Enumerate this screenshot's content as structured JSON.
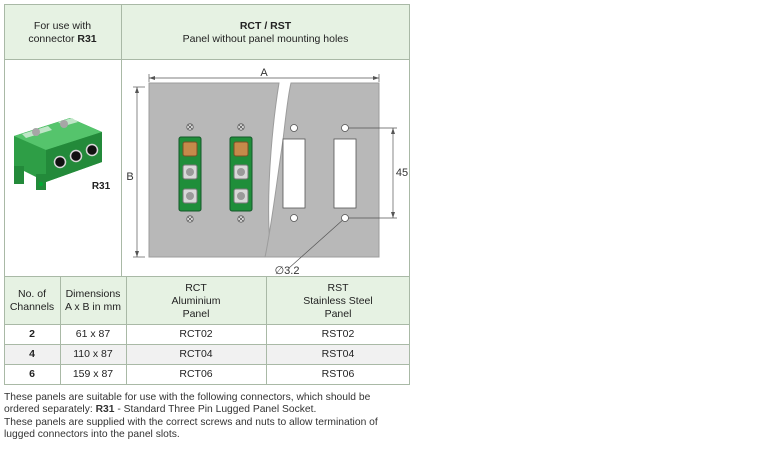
{
  "header": {
    "left_line1": "For use with",
    "left_line2_prefix": "connector ",
    "left_line2_bold": "R31",
    "right_title": "RCT / RST",
    "right_subtitle": "Panel without panel mounting holes"
  },
  "connector_label": "R31",
  "drawing": {
    "dim_a": "A",
    "dim_b": "B",
    "dim_45": "45",
    "hole_dia": "∅3.2"
  },
  "table": {
    "col1": [
      "No. of",
      "Channels"
    ],
    "col2": [
      "Dimensions",
      "A x B in mm"
    ],
    "col3": [
      "RCT",
      "Aluminium",
      "Panel"
    ],
    "col4": [
      "RST",
      "Stainless Steel",
      "Panel"
    ],
    "rows": [
      {
        "channels": "2",
        "dims": "61 x 87",
        "rct": "RCT02",
        "rst": "RST02"
      },
      {
        "channels": "4",
        "dims": "110 x 87",
        "rct": "RCT04",
        "rst": "RST04"
      },
      {
        "channels": "6",
        "dims": "159 x 87",
        "rct": "RCT06",
        "rst": "RST06"
      }
    ]
  },
  "notes": {
    "line1": "These panels are suitable for use with the following connectors, which should be",
    "line2_prefix": "ordered separately: ",
    "line2_bold": "R31",
    "line2_suffix": " - Standard Three Pin Lugged Panel Socket.",
    "line3": "These panels are supplied with the correct screws and nuts to allow termination of",
    "line4": "lugged connectors into the panel slots."
  },
  "colors": {
    "header_bg": "#e6f2e3",
    "panel_grey": "#b9b9b9",
    "connector_green": "#2fa84a"
  }
}
